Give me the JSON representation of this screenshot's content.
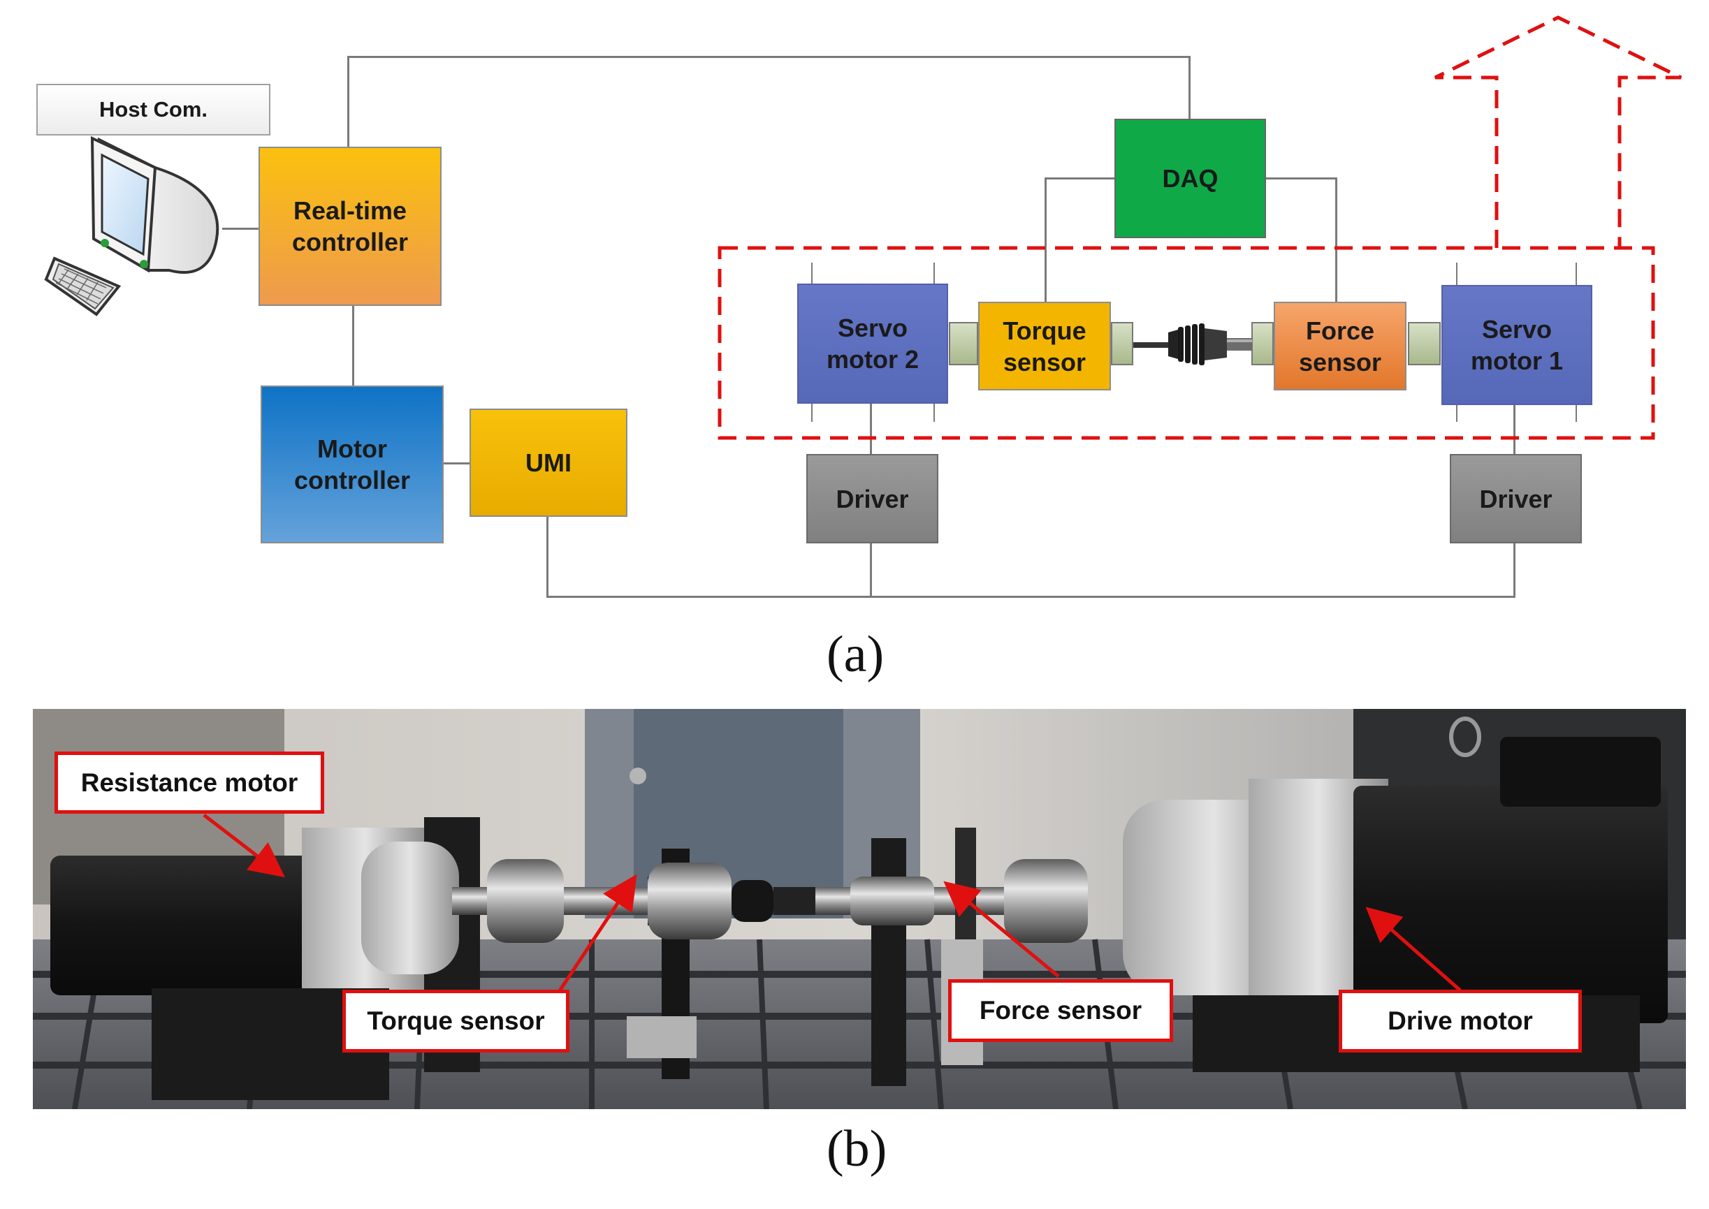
{
  "diagram": {
    "host": "Host Com.",
    "realtime": "Real-time\ncontroller",
    "motor_ctrl": "Motor\ncontroller",
    "umi": "UMI",
    "daq": "DAQ",
    "servo2": "Servo\nmotor 2",
    "torque": "Torque\nsensor",
    "force": "Force\nsensor",
    "servo1": "Servo\nmotor 1",
    "driver_left": "Driver",
    "driver_right": "Driver",
    "caption": "(a)"
  },
  "photo": {
    "resistance": "Resistance motor",
    "torque": "Torque sensor",
    "force": "Force sensor",
    "drive": "Drive motor",
    "caption": "(b)"
  },
  "colors": {
    "accent_red": "#e01010",
    "realtime": "#f5a623",
    "motor_ctrl": "#1f78c8",
    "umi": "#f3b400",
    "daq": "#12a84a",
    "servo": "#5b6fbf",
    "torque": "#f3b400",
    "force": "#ee8a3a",
    "driver": "#8c8c8c"
  }
}
